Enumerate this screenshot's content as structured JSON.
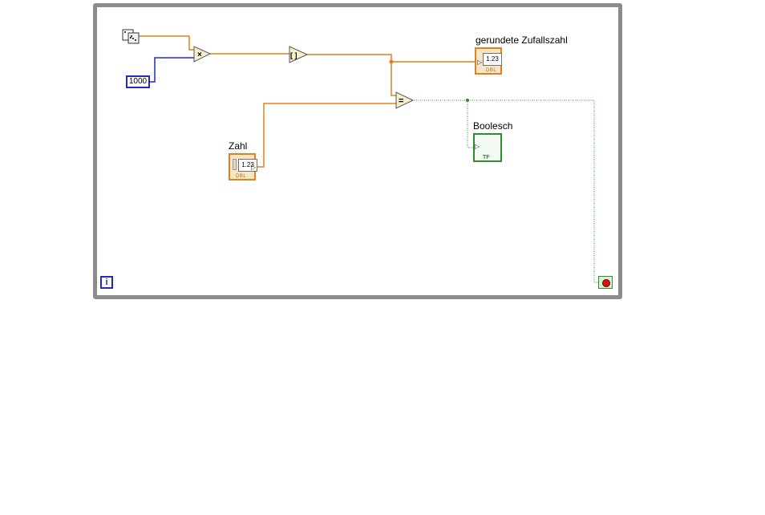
{
  "constant": {
    "value": "1000"
  },
  "terminals": {
    "rounded_random": {
      "label": "gerundete Zufallszahl",
      "display": "1.23",
      "type": "DBL"
    },
    "number": {
      "label": "Zahl",
      "display": "1.23",
      "type": "DBL"
    },
    "boolean": {
      "label": "Boolesch",
      "type": "TF"
    }
  },
  "iteration_terminal": {
    "label": "i"
  },
  "nodes": {
    "multiply": {
      "symbol": "×"
    },
    "round": {
      "symbol": "[ ]"
    },
    "equal": {
      "symbol": "="
    }
  },
  "colors": {
    "orange_wire": "#e0821c",
    "blue_wire": "#1f2bbf",
    "green_wire": "#2e8b2e",
    "loop_border": "#8c8c8c"
  }
}
